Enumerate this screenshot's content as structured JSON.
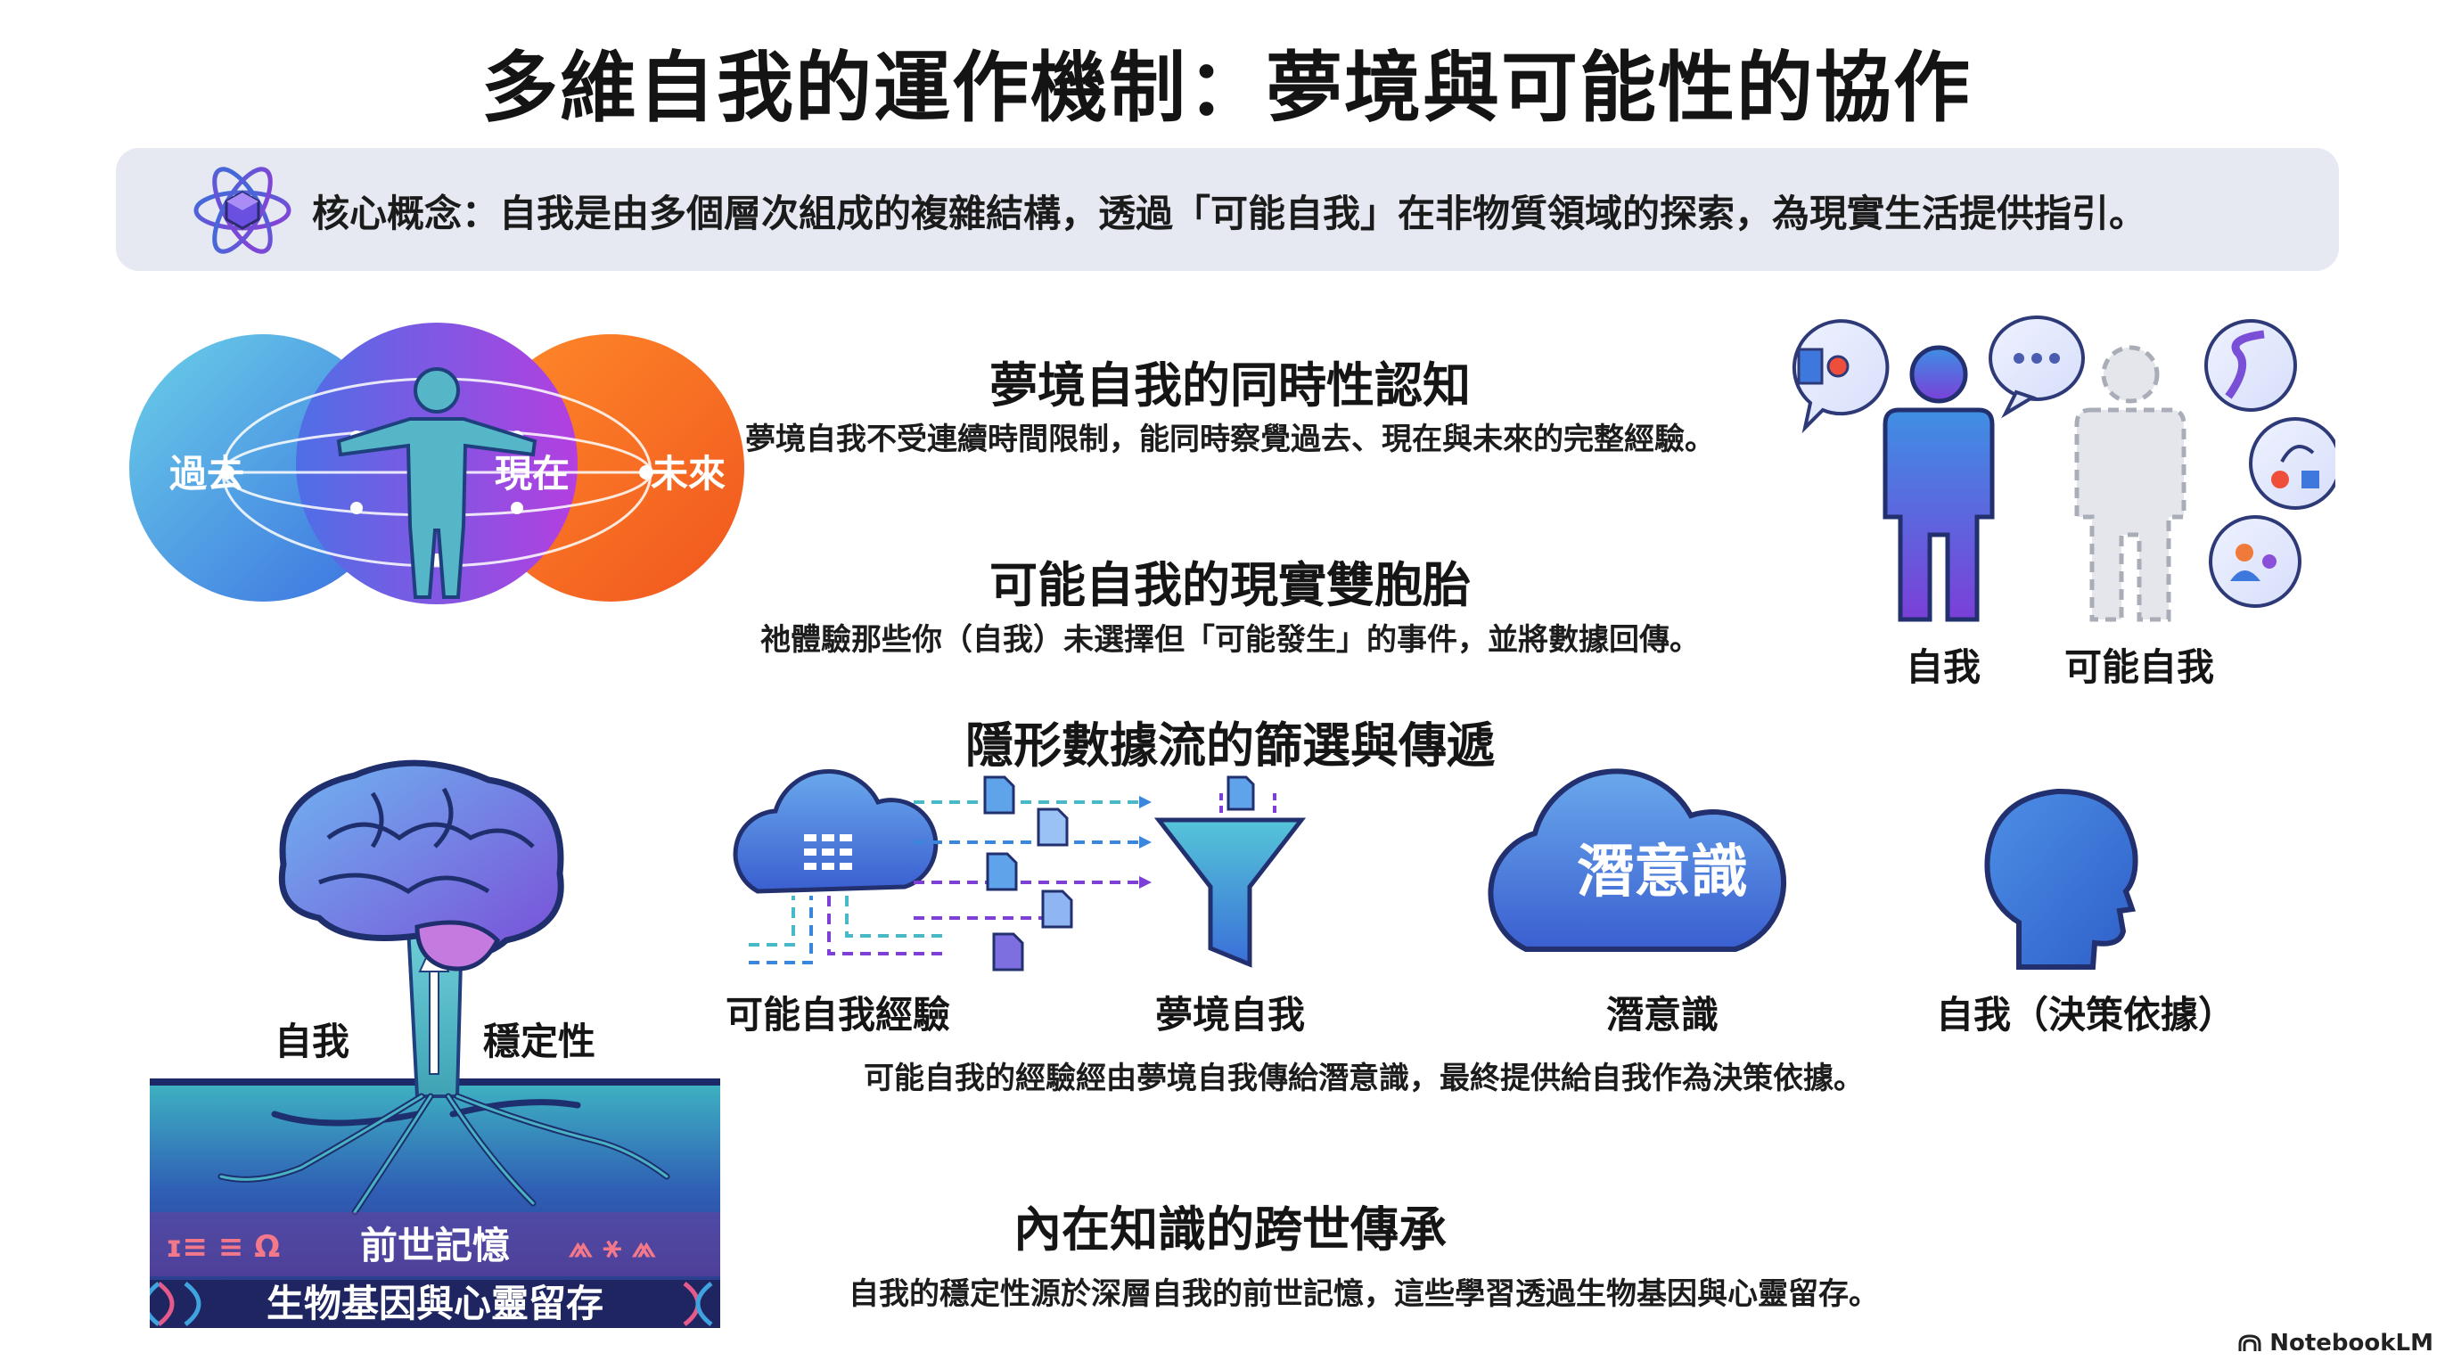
{
  "title": "多維自我的運作機制：夢境與可能性的協作",
  "concept": {
    "icon": "atom-cube-icon",
    "text": "核心概念：自我是由多個層次組成的複雜結構，透過「可能自我」在非物質領域的探索，為現實生活提供指引。"
  },
  "timeline": {
    "past": "過去",
    "present": "現在",
    "future": "未來"
  },
  "sections": {
    "dream_perception": {
      "title": "夢境自我的同時性認知",
      "desc": "夢境自我不受連續時間限制，能同時察覺過去、現在與未來的完整經驗。"
    },
    "possible_twin": {
      "title": "可能自我的現實雙胞胎",
      "desc": "祂體驗那些你（自我）未選擇但「可能發生」的事件，並將數據回傳。"
    },
    "data_flow": {
      "title": "隱形數據流的篩選與傳遞",
      "desc": "可能自我的經驗經由夢境自我傳給潛意識，最終提供給自我作為決策依據。"
    },
    "inner_knowledge": {
      "title": "內在知識的跨世傳承",
      "desc": "自我的穩定性源於深層自我的前世記憶，這些學習透過生物基因與心靈留存。"
    }
  },
  "figures": {
    "self_label": "自我",
    "possible_self_label": "可能自我"
  },
  "flow": {
    "possible_experience_label": "可能自我經驗",
    "dream_self_label": "夢境自我",
    "subconscious_label": "潛意識",
    "subconscious_cloud_text": "潛意識",
    "decision_label": "自我（決策依據）"
  },
  "tree": {
    "self_label": "自我",
    "stability_label": "穩定性",
    "past_life_label": "前世記憶",
    "gene_label": "生物基因與心靈留存"
  },
  "watermark": "NotebookLM",
  "colors": {
    "blue": "#3a86dd",
    "purple": "#7d3fd6",
    "orange": "#f46a1c",
    "teal": "#48b9c7",
    "concept_bg": "#e6e9f1"
  }
}
